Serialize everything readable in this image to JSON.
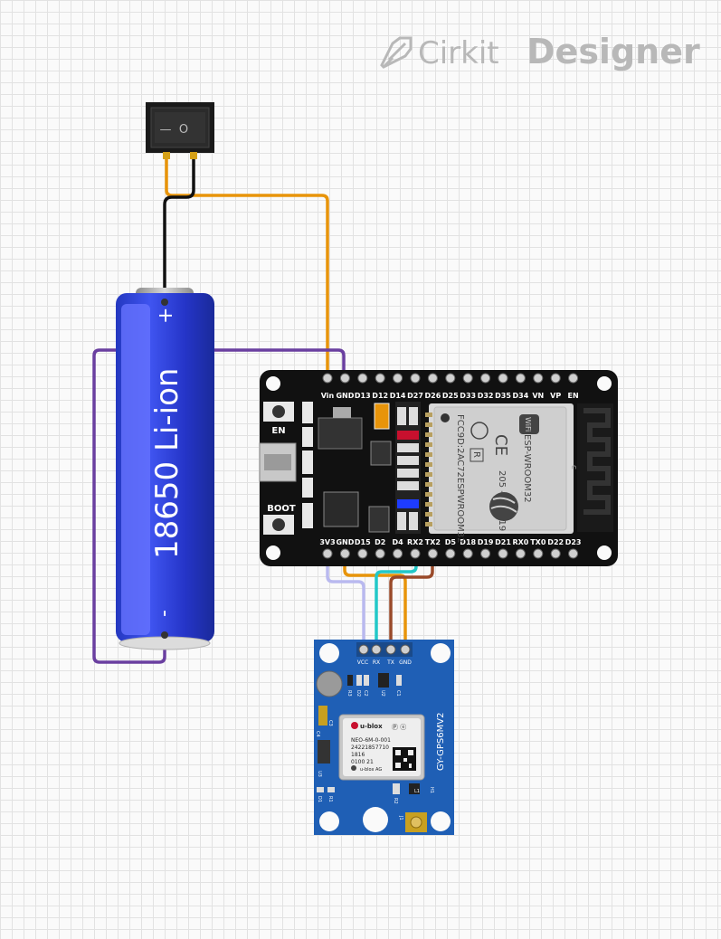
{
  "brand": {
    "name_light": "Cirkit",
    "name_bold": "Designer",
    "logo_icon": "pen-nib-icon"
  },
  "switch": {
    "off_symbol": "—",
    "on_symbol": "O"
  },
  "battery": {
    "label": "18650 Li-ion",
    "plus": "+",
    "minus": "-"
  },
  "esp32": {
    "top_pins": [
      "Vin",
      "GND",
      "D13",
      "D12",
      "D14",
      "D27",
      "D26",
      "D25",
      "D33",
      "D32",
      "D35",
      "D34",
      "VN",
      "VP",
      "EN"
    ],
    "bottom_pins": [
      "3V3",
      "GND",
      "D15",
      "D2",
      "D4",
      "RX2",
      "TX2",
      "D5",
      "D18",
      "D19",
      "D21",
      "RX0",
      "TX0",
      "D22",
      "D23"
    ],
    "en_button": "EN",
    "boot_button": "BOOT",
    "module_name": "ESP-WROOM32",
    "fcc_id": "FCC9D:2AC72ESPWROOM32",
    "cert_number": "205 - 000519",
    "wifi_badge": "WiFi",
    "ce_mark": "CE",
    "r_mark": "R",
    "antenna_mark": "c"
  },
  "gps": {
    "pins": [
      "VCC",
      "RX",
      "TX",
      "GND"
    ],
    "board_name": "GY-GPS6MV2",
    "brand": "u-blox",
    "chip_line1": "NEO-6M-0-001",
    "chip_line2": "24221857710",
    "chip_line3": "1816",
    "chip_line4": "0100 21",
    "chip_maker": "u-blox AG",
    "comp_r3": "R3",
    "comp_d2": "D2",
    "comp_c2": "C2",
    "comp_u2": "U2",
    "comp_c1": "C1",
    "comp_c3": "C3",
    "comp_c4": "C4",
    "comp_u3": "U3",
    "comp_d1": "D1",
    "comp_r1": "R1",
    "comp_r2": "R2",
    "comp_l1": "L1",
    "comp_j1": "J1",
    "comp_h1": "H1"
  },
  "colors": {
    "wire_orange": "#e8940a",
    "wire_black": "#111111",
    "wire_purple": "#6a3fa0",
    "wire_lavender": "#b9b9ef",
    "wire_cyan": "#22c8c8",
    "wire_brown": "#9a4a2a",
    "battery_blue": "#2a3fd4",
    "gps_blue": "#1f5fb5",
    "esp_black": "#111111"
  }
}
